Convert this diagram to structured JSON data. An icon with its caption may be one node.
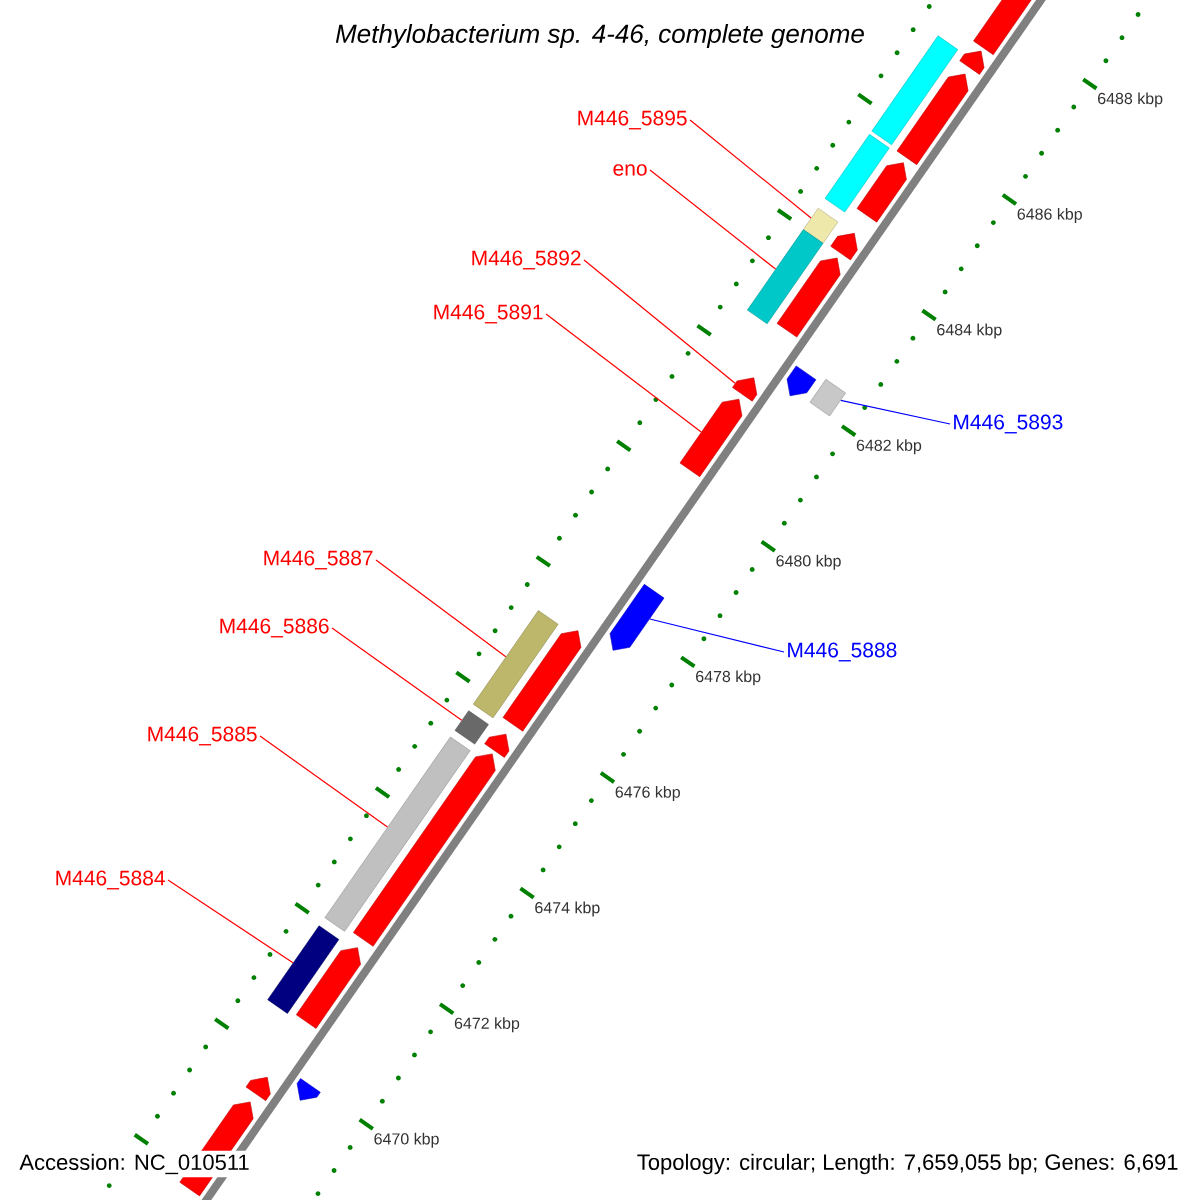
{
  "diagram": {
    "title": "Methylobacterium sp. 4-46, complete genome",
    "nodes": [
      {
        "text": [
          "M446_5895"
        ]
      },
      {
        "text": [
          "eno"
        ]
      },
      {
        "text": [
          "M446_5892"
        ]
      },
      {
        "text": [
          "M446_5891"
        ]
      },
      {
        "text": [
          "M446_5893"
        ]
      },
      {
        "text": [
          "M446_5887"
        ]
      },
      {
        "text": [
          "M446_5886"
        ]
      },
      {
        "text": [
          "M446_5888"
        ]
      },
      {
        "text": [
          "M446_5885"
        ]
      },
      {
        "text": [
          "M446_5884"
        ]
      },
      {
        "text": [],
        "shape": "arrow"
      },
      {
        "text": [],
        "shape": "arrow"
      },
      {
        "text": [],
        "shape": "bar"
      },
      {
        "text": [],
        "shape": "arrow"
      },
      {
        "text": [],
        "shape": "arrow"
      },
      {
        "text": [],
        "shape": "bar"
      },
      {
        "text": [],
        "shape": "bar"
      },
      {
        "text": [],
        "shape": "arrow"
      },
      {
        "text": [],
        "shape": "bar"
      },
      {
        "text": [],
        "shape": "arrow"
      },
      {
        "text": [],
        "shape": "bar"
      },
      {
        "text": [],
        "shape": "arrow"
      },
      {
        "text": [],
        "shape": "arrow"
      },
      {
        "text": [],
        "shape": "arrow"
      },
      {
        "text": [],
        "shape": "arrow"
      },
      {
        "text": [],
        "shape": "bar"
      },
      {
        "text": [],
        "shape": "arrow"
      },
      {
        "text": [],
        "shape": "bar"
      },
      {
        "text": [],
        "shape": "arrow"
      },
      {
        "text": [],
        "shape": "bar"
      },
      {
        "text": [],
        "shape": "arrow"
      },
      {
        "text": [],
        "shape": "bar"
      },
      {
        "text": [],
        "shape": "arrow"
      },
      {
        "text": [],
        "shape": "arrow"
      },
      {
        "text": [],
        "shape": "arrow"
      },
      {
        "text": [],
        "shape": "arrow"
      }
    ],
    "edges": [
      {
        "from": 0,
        "to": 16,
        "arrow": "none"
      },
      {
        "from": 1,
        "to": 18,
        "arrow": "none"
      },
      {
        "from": 2,
        "to": 22,
        "arrow": "none"
      },
      {
        "from": 3,
        "to": 23,
        "arrow": "none"
      },
      {
        "from": 4,
        "to": 20,
        "arrow": "none",
        "color": "#0000ff"
      },
      {
        "from": 5,
        "to": 25,
        "arrow": "none"
      },
      {
        "from": 6,
        "to": 27,
        "arrow": "none"
      },
      {
        "from": 7,
        "to": 24,
        "arrow": "none",
        "color": "#0000ff"
      },
      {
        "from": 8,
        "to": 29,
        "arrow": "none"
      },
      {
        "from": 9,
        "to": 31,
        "arrow": "none"
      }
    ],
    "labels": [
      "6488 kbp",
      "6486 kbp",
      "6484 kbp",
      "6482 kbp",
      "6480 kbp",
      "6478 kbp",
      "6476 kbp",
      "6474 kbp",
      "6472 kbp",
      "6470 kbp",
      "Accession: NC_010511",
      "Topology: circular; Length: 7,659,055 bp; Genes: 6,691"
    ]
  }
}
